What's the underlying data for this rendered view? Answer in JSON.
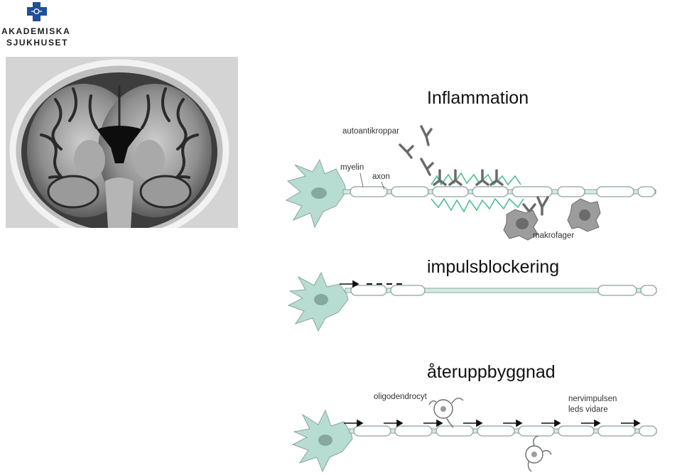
{
  "logo": {
    "line1": "AKADEMISKA",
    "line2": "SJUKHUSET",
    "colors": {
      "blue": "#1e4f9b"
    }
  },
  "headings": {
    "inflammation": "Inflammation",
    "impulsblockering": "impulsblockering",
    "ateruppbyggnad": "återuppbyggnad"
  },
  "labels": {
    "autoantikroppar": "autoantikroppar",
    "myelin": "myelin",
    "axon": "axon",
    "makrofager": "makrofager",
    "oligodendrocyt": "oligodendrocyt",
    "nervimpulsen_line1": "nervimpulsen",
    "nervimpulsen_line2": "leds vidare"
  },
  "colors": {
    "neuron": "#b7ddd2",
    "neuron_nucleus": "#86a8a0",
    "myelin_stroke": "#8aa3a0",
    "inflammation": "#4fbf8c",
    "antibody": "#6b6b6b",
    "macrophage": "#9c9c9c"
  }
}
